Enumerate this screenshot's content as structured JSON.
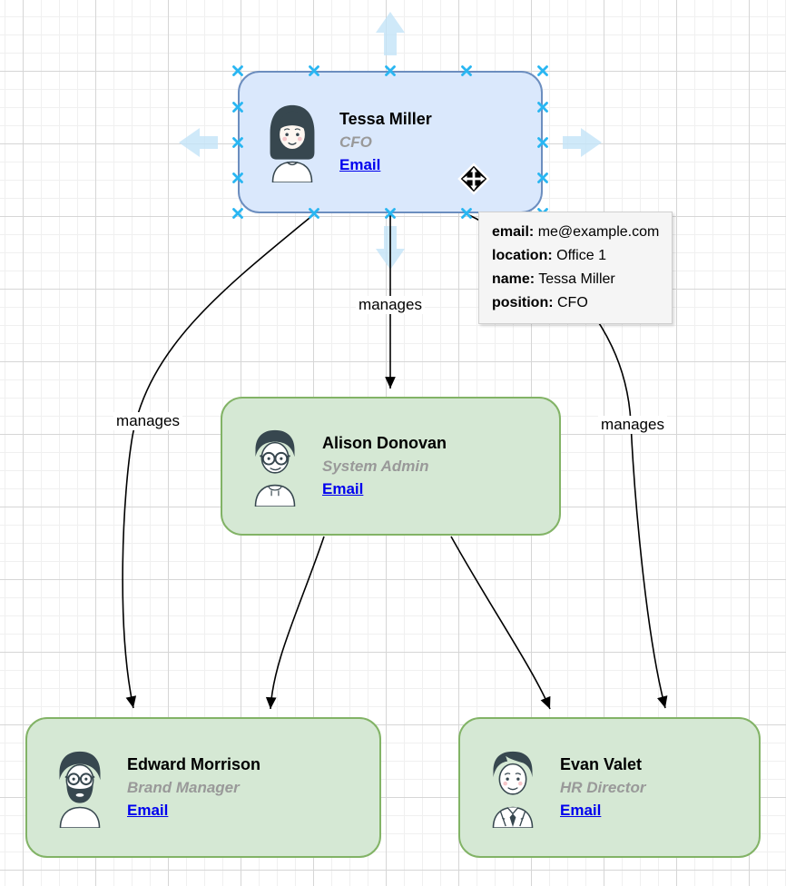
{
  "org_chart": {
    "nodes": [
      {
        "name": "Tessa Miller",
        "title": "CFO",
        "link": "Email",
        "avatar": "woman-avatar",
        "selected": true,
        "fill": "#dae8fc",
        "border": "#6c8ebf"
      },
      {
        "name": "Alison Donovan",
        "title": "System Admin",
        "link": "Email",
        "avatar": "man-glasses-avatar",
        "selected": false,
        "fill": "#d5e8d4",
        "border": "#82b366"
      },
      {
        "name": "Edward Morrison",
        "title": "Brand Manager",
        "link": "Email",
        "avatar": "man-beard-glasses-avatar",
        "selected": false,
        "fill": "#d5e8d4",
        "border": "#82b366"
      },
      {
        "name": "Evan Valet",
        "title": "HR Director",
        "link": "Email",
        "avatar": "man-suit-tie-avatar",
        "selected": false,
        "fill": "#d5e8d4",
        "border": "#82b366"
      }
    ],
    "edges": [
      {
        "from": "Tessa Miller",
        "to": "Edward Morrison",
        "label": "manages"
      },
      {
        "from": "Tessa Miller",
        "to": "Alison Donovan",
        "label": "manages"
      },
      {
        "from": "Tessa Miller",
        "to": "Evan Valet",
        "label": "manages"
      },
      {
        "from": "Alison Donovan",
        "to": "Edward Morrison",
        "label": ""
      },
      {
        "from": "Alison Donovan",
        "to": "Evan Valet",
        "label": ""
      }
    ]
  },
  "selected_node_tooltip": {
    "rows": [
      {
        "label": "email:",
        "value": "me@example.com"
      },
      {
        "label": "location:",
        "value": "Office 1"
      },
      {
        "label": "name:",
        "value": "Tessa Miller"
      },
      {
        "label": "position:",
        "value": "CFO"
      }
    ]
  },
  "colors": {
    "node_blue_fill": "#dae8fc",
    "node_blue_border": "#6c8ebf",
    "node_green_fill": "#d5e8d4",
    "node_green_border": "#82b366",
    "selection_handle": "#29b6f2",
    "direction_arrow": "#c3e4f7",
    "link": "#0000ee",
    "title_text": "#999999",
    "edge": "#000000"
  }
}
